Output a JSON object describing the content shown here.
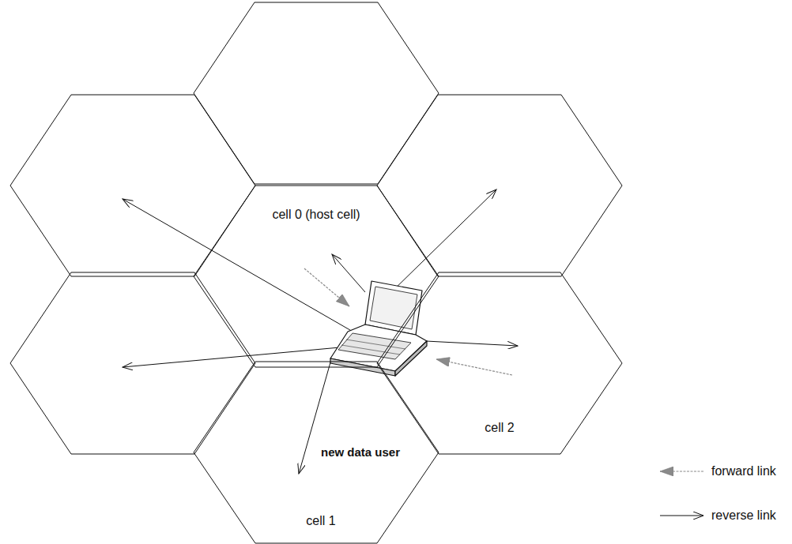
{
  "diagram": {
    "nodes": [
      {
        "text": [
          "cell 0 (host cell)"
        ]
      },
      {
        "text": [
          "cell 2"
        ]
      },
      {
        "text": [
          "cell 1"
        ]
      }
    ],
    "labels": [
      "new data user"
    ],
    "legend": [
      {
        "text": "forward link"
      },
      {
        "text": "reverse link"
      }
    ]
  }
}
